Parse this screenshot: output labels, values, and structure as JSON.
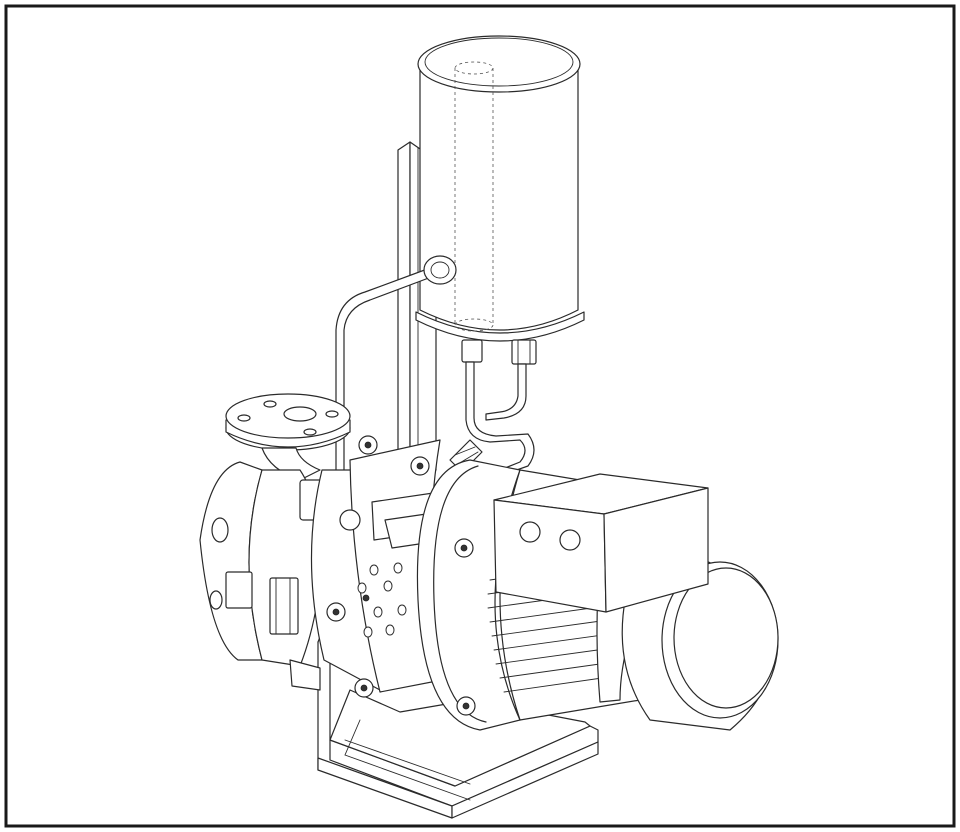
{
  "figure": {
    "border_color": "#1a1a1a",
    "line_color": "#2a2a2a",
    "background": "#ffffff"
  },
  "parts": [
    "reservoir-tank",
    "support-bracket",
    "flushing-pipe",
    "inlet-flange",
    "pump-casing",
    "seal-housing",
    "motor-flange",
    "terminal-box",
    "electric-motor",
    "base-plate"
  ]
}
